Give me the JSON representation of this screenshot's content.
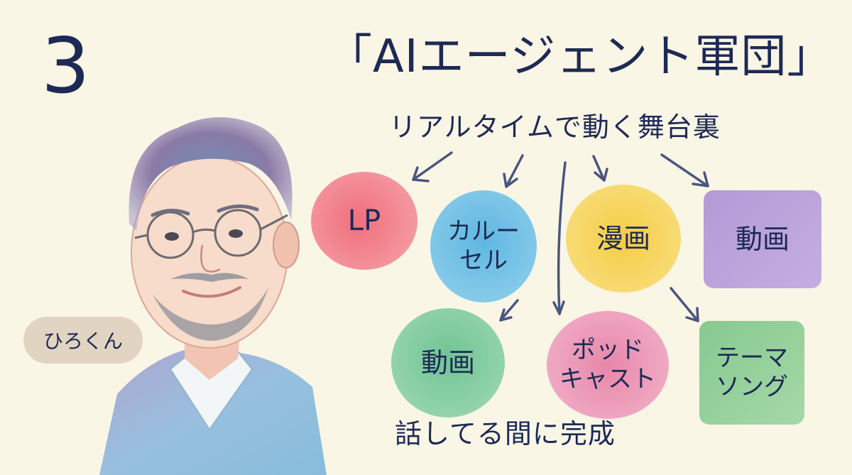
{
  "slide_number": "3",
  "title": "「AIエージェント軍団」",
  "subtitle": "リアルタイムで動く舞台裏",
  "footer": "話してる間に完成",
  "person": {
    "name_badge": "ひろくん",
    "illustration": "watercolor-portrait-man-glasses"
  },
  "outputs": [
    {
      "label": "LP",
      "shape": "circle",
      "color": "#f07c86"
    },
    {
      "label": "カルー\nセル",
      "shape": "circle",
      "color": "#6ec0e4"
    },
    {
      "label": "漫画",
      "shape": "circle",
      "color": "#f6d45c"
    },
    {
      "label": "動画",
      "shape": "square",
      "color": "#b89ad8"
    },
    {
      "label": "動画",
      "shape": "circle",
      "color": "#7ecb9e"
    },
    {
      "label": "ポッド\nキャスト",
      "shape": "circle",
      "color": "#eb98b6"
    },
    {
      "label": "テーマ\nソング",
      "shape": "square",
      "color": "#8ecf8e"
    }
  ],
  "colors": {
    "background": "#faf6e6",
    "ink": "#1e2a55",
    "arrow": "#4a5580",
    "badge": "#e2d4c2"
  }
}
